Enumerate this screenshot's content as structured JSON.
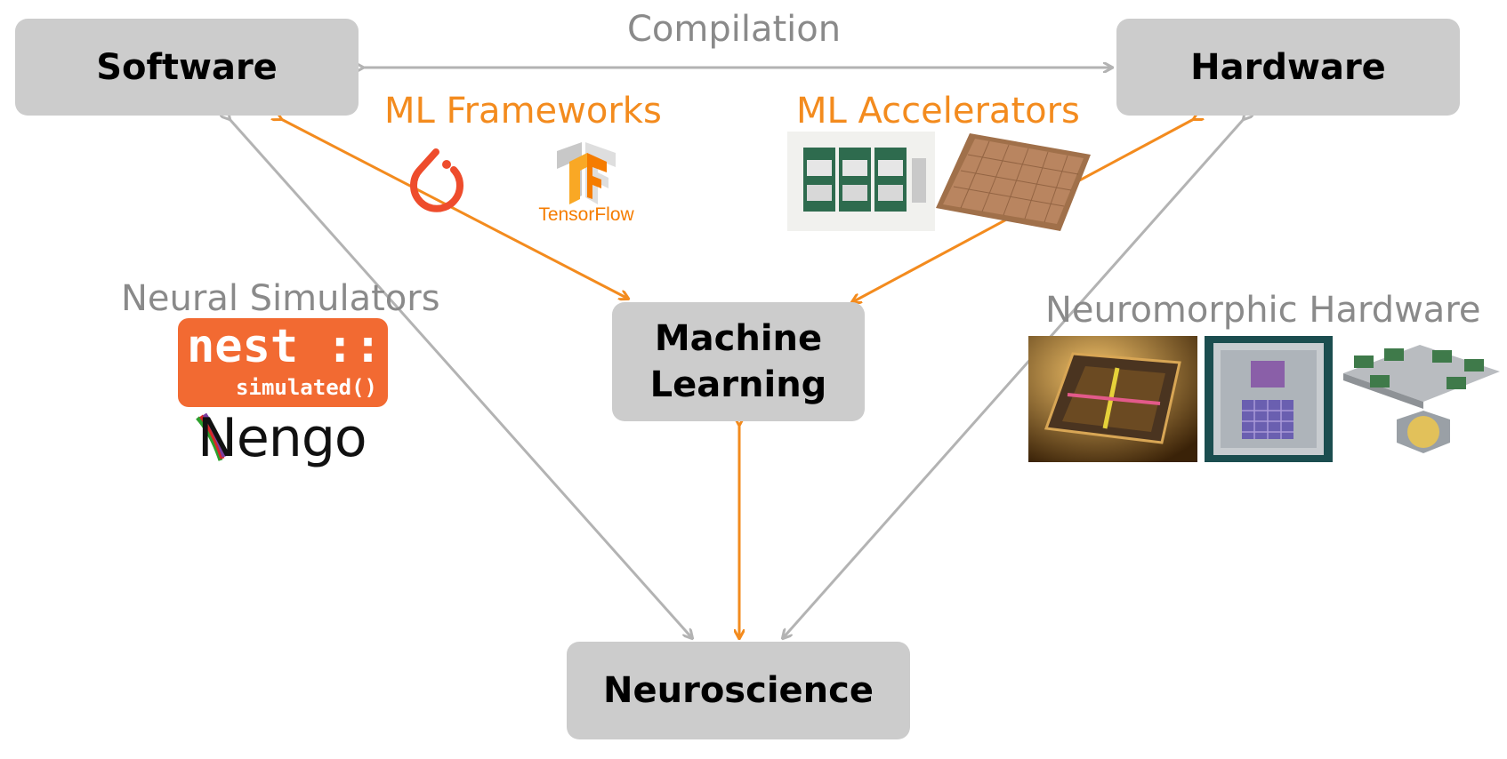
{
  "nodes": {
    "software": "Software",
    "hardware": "Hardware",
    "ml_line1": "Machine",
    "ml_line2": "Learning",
    "neuroscience": "Neuroscience"
  },
  "labels": {
    "compilation": "Compilation",
    "ml_frameworks": "ML Frameworks",
    "ml_accelerators": "ML Accelerators",
    "neural_simulators": "Neural Simulators",
    "neuromorphic_hardware": "Neuromorphic Hardware"
  },
  "logos": {
    "tensorflow": "TensorFlow",
    "nest_main": "nest ::",
    "nest_sub": "simulated()",
    "nengo": "Nengo"
  },
  "colors": {
    "orange": "#f38b1e",
    "gray_arrow": "#b3b3b3",
    "box": "#cccccc",
    "gray_text": "#8a8a8a",
    "nest_bg": "#f26a32"
  }
}
